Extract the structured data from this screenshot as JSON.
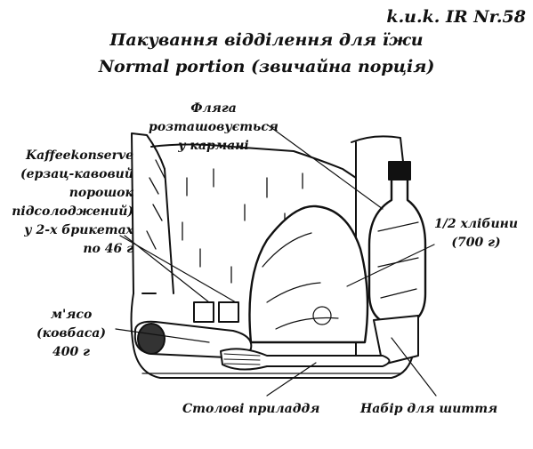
{
  "header": {
    "unit": "k.u.k. IR Nr.58",
    "title_line1": "Пакування відділення для їжи",
    "title_line2": "Normal portion (звичайна  порція)"
  },
  "labels": {
    "flask": [
      "Фляга розташовується",
      "у  кармані"
    ],
    "coffee": [
      "Kaffeekonserve",
      "(ерзац-кавовий",
      "порошок",
      "підсолоджений)",
      "у 2-х брикетах",
      "по 46 г"
    ],
    "bread": [
      "1/2 хлібини",
      "(700 г)"
    ],
    "meat": [
      "м'ясо",
      "(ковбаса)",
      "400 г"
    ],
    "cutlery": "Столові приладдя",
    "sewing": "Набір для шиття"
  }
}
